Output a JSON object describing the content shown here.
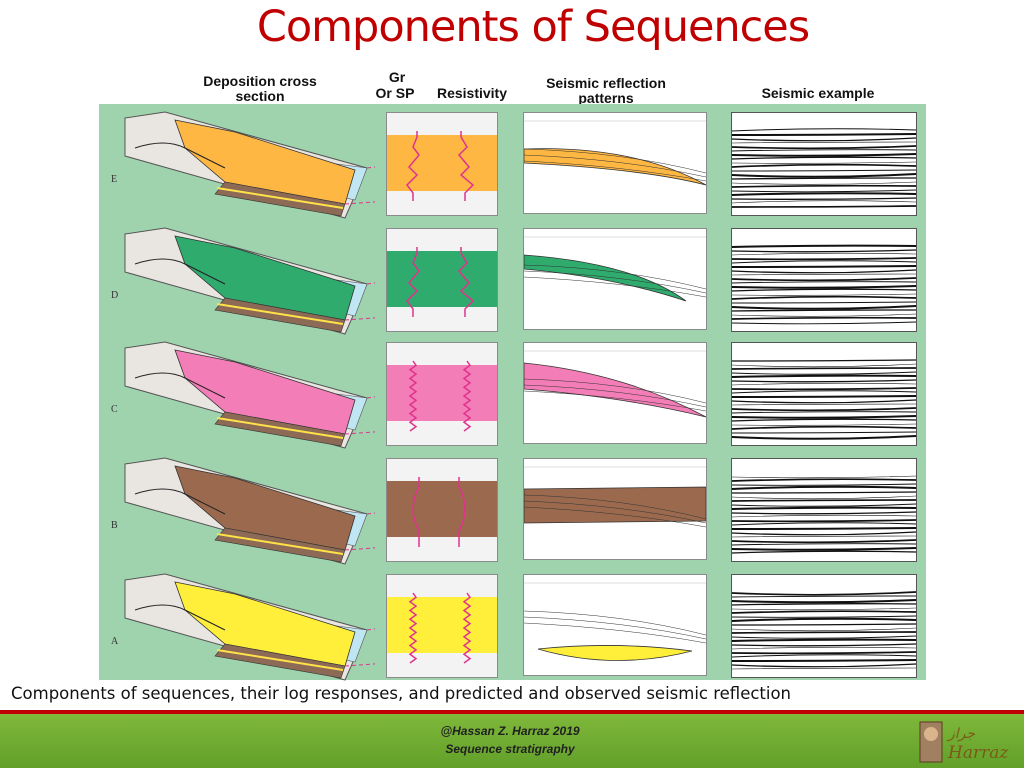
{
  "slide": {
    "title": "Components of Sequences",
    "caption": "Components of sequences, their log responses, and predicted and observed seismic reflection"
  },
  "figure": {
    "headers": {
      "deposition": "Deposition cross section",
      "gr": "Gr",
      "sp": "Or SP",
      "resistivity": "Resistivity",
      "seismic_patterns": "Seismic reflection patterns",
      "seismic_example": "Seismic example"
    },
    "rows": [
      {
        "label": "E",
        "facies_color": "#ffb743",
        "log_shape": "coarsening"
      },
      {
        "label": "D",
        "facies_color": "#2fab6e",
        "log_shape": "coarsening"
      },
      {
        "label": "C",
        "facies_color": "#f37db6",
        "log_shape": "blocky"
      },
      {
        "label": "B",
        "facies_color": "#9b6a4e",
        "log_shape": "fining"
      },
      {
        "label": "A",
        "facies_color": "#ffef3a",
        "log_shape": "blocky"
      }
    ],
    "colors": {
      "background": "#9fd3ae",
      "sea": "#bfe6f2",
      "log_trace": "#e0338e",
      "basement": "#e9e6e2"
    }
  },
  "footer": {
    "author": "@Hassan Z. Harraz 2019",
    "subject": "Sequence stratigraphy",
    "logo_name": "Harraz"
  }
}
